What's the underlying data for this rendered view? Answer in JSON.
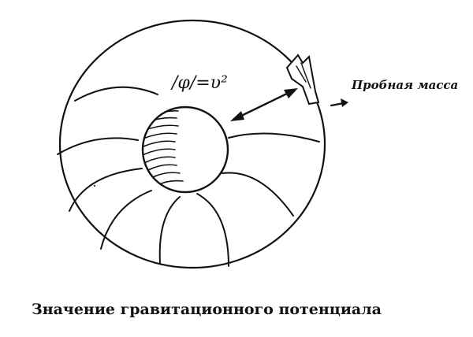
{
  "formula": "/φ/=υ²",
  "test_mass_label": "Пробная масса",
  "caption": "Значение гравитационного потенциала"
}
